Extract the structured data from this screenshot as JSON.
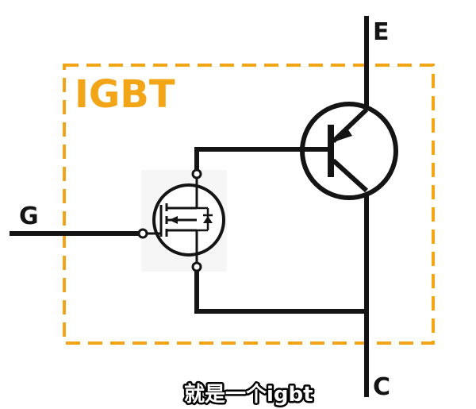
{
  "title": "IGBT",
  "pins": {
    "emitter": "E",
    "collector": "C",
    "gate": "G"
  },
  "caption": "就是一个igbt",
  "colors": {
    "box_border": "#f2a516",
    "title": "#f2a516",
    "wire": "#141414",
    "background": "#ffffff"
  },
  "components": {
    "mosfet": "mosfet-symbol",
    "bjt": "pnp-transistor-symbol"
  }
}
